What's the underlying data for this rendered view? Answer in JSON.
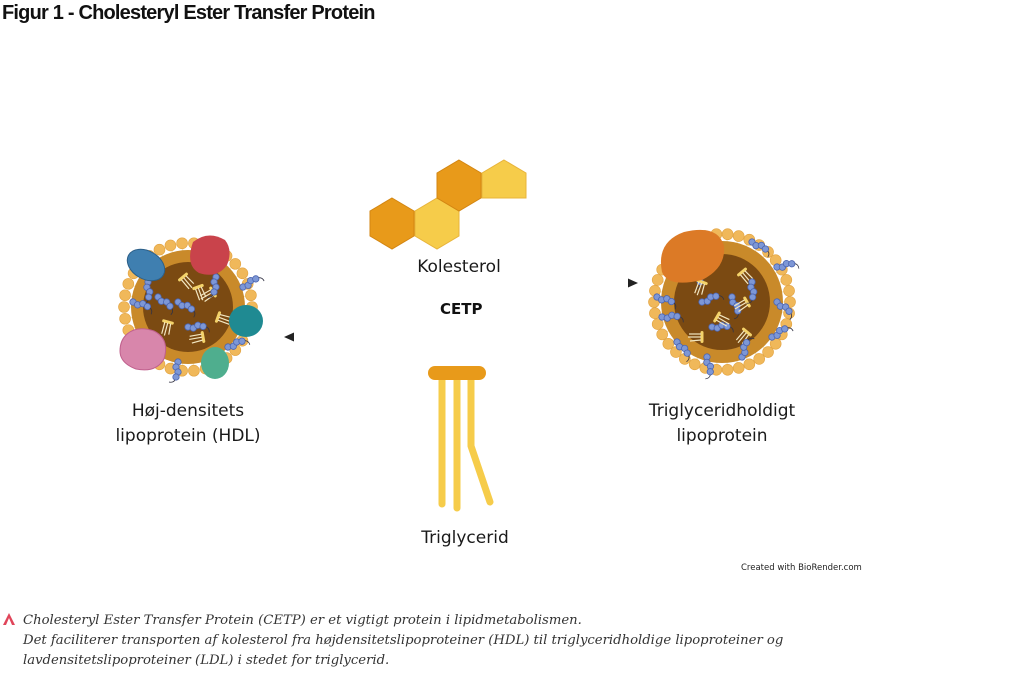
{
  "figure": {
    "title": "Figur 1 - Cholesteryl Ester Transfer Protein",
    "labels": {
      "hdl_line1": "Høj-densitets",
      "hdl_line2": "lipoprotein (HDL)",
      "tg_line1": "Triglyceridholdigt",
      "tg_line2": "lipoprotein",
      "cholesterol": "Kolesterol",
      "cetp": "CETP",
      "triglyceride": "Triglycerid"
    },
    "credit": "Created with BioRender.com",
    "caption": {
      "line1": "Cholesteryl Ester Transfer Protein (CETP) er et vigtigt protein i lipidmetabolismen.",
      "line2": "Det faciliterer transporten af kolesterol fra højdensitetslipoproteiner (HDL) til triglyceridholdige lipoproteiner og",
      "line3": "lavdensitetslipoproteiner (LDL) i stedet for triglycerid."
    },
    "icons": {
      "hdl": "hdl-particle-icon",
      "tg_lipoprotein": "triglyceride-rich-lipoprotein-icon",
      "cholesterol": "cholesterol-molecule-icon",
      "triglyceride": "triglyceride-molecule-icon",
      "arrow_right": "arrow-right-icon",
      "arrow_left": "arrow-left-icon",
      "caret": "caret-up-icon"
    },
    "colors": {
      "shell": "#f0b85a",
      "core": "#7b4a12",
      "hex_dark": "#e89a1a",
      "hex_light": "#f6cc4a",
      "cholesterol_chain": "#7d97d6",
      "caret": "#e0455a",
      "protein_blue": "#3f7fb0",
      "protein_red": "#c9434b",
      "protein_teal": "#1f8a92",
      "protein_pink": "#d886ab",
      "protein_green": "#4fae8e",
      "protein_orange": "#dc7a26"
    }
  }
}
